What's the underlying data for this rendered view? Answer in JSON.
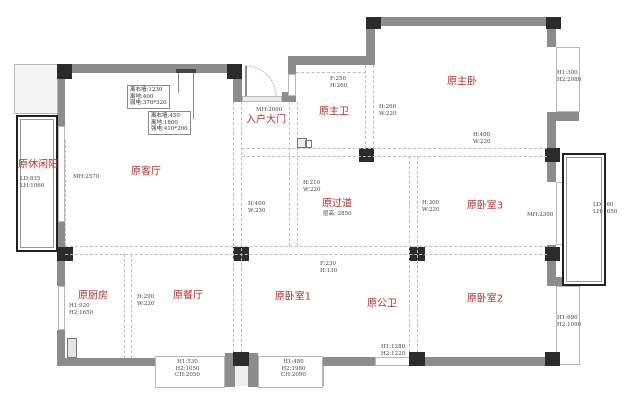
{
  "floorplan": {
    "type": "architectural floor plan (original layout)",
    "colors": {
      "wall": "#8c8c8c",
      "column": "#2b2b2b",
      "room_label": "#b1322e",
      "dim_text": "#444444",
      "dashed_line": "#bdbdbd"
    },
    "rooms": [
      {
        "id": "balcony",
        "label": "原休闲阳",
        "dims": [
          "LD:835",
          "LH:1060"
        ]
      },
      {
        "id": "living",
        "label": "原客厅",
        "dims": [
          "MH:2570"
        ]
      },
      {
        "id": "entry",
        "label": "入户大门",
        "dims": [
          "MH:2000"
        ]
      },
      {
        "id": "master_bath",
        "label": "原主卫",
        "dims": [
          "F:250",
          "H:260"
        ]
      },
      {
        "id": "master_bed",
        "label": "原主卧",
        "dims": []
      },
      {
        "id": "corridor",
        "label": "原过道",
        "dims": [
          "层高: 2850"
        ]
      },
      {
        "id": "bed3",
        "label": "原卧室3",
        "dims": [
          "MH:2300"
        ]
      },
      {
        "id": "kitchen",
        "label": "原厨房",
        "dims": [
          "H1:920",
          "H2:1650"
        ]
      },
      {
        "id": "dining",
        "label": "原餐厅",
        "dims": []
      },
      {
        "id": "bed1",
        "label": "原卧室1",
        "dims": []
      },
      {
        "id": "public_bath",
        "label": "原公卫",
        "dims": []
      },
      {
        "id": "bed2",
        "label": "原卧室2",
        "dims": []
      }
    ],
    "notes": [
      {
        "id": "note1",
        "lines": [
          "离右墙:1230",
          "离地:400",
          "弱电:370*320"
        ]
      },
      {
        "id": "note2",
        "lines": [
          "离右墙:450",
          "离地:1800",
          "强电:410*200"
        ]
      }
    ],
    "beam_dims": [
      {
        "id": "beam_bath_bed",
        "lines": [
          "H:260",
          "W:220"
        ]
      },
      {
        "id": "beam_bed3_top",
        "lines": [
          "H:400",
          "W:220"
        ]
      },
      {
        "id": "beam_corridor_left",
        "lines": [
          "H:210",
          "W:220"
        ]
      },
      {
        "id": "beam_entry_left",
        "lines": [
          "H:400",
          "W:230"
        ]
      },
      {
        "id": "beam_bed3_left",
        "lines": [
          "H:300",
          "W:220"
        ]
      },
      {
        "id": "beam_bath_top",
        "lines": [
          "F:230",
          "H:130"
        ]
      },
      {
        "id": "beam_dining",
        "lines": [
          "H:290",
          "W:220"
        ]
      }
    ],
    "window_dims": [
      {
        "id": "win_master",
        "lines": [
          "H1:300",
          "H2:2080"
        ]
      },
      {
        "id": "win_bed3_bay",
        "lines": [
          "LD:160",
          "LH:1050"
        ]
      },
      {
        "id": "win_bed2",
        "lines": [
          "H1:690",
          "H2:1090"
        ]
      },
      {
        "id": "win_dining",
        "lines": [
          "H1:530",
          "H2:1050",
          "CH:2050"
        ]
      },
      {
        "id": "win_bed1",
        "lines": [
          "H1:480",
          "H2:1980",
          "CH:2090"
        ]
      },
      {
        "id": "win_public_bath",
        "lines": [
          "H1:1280",
          "H2:1220"
        ]
      }
    ]
  }
}
